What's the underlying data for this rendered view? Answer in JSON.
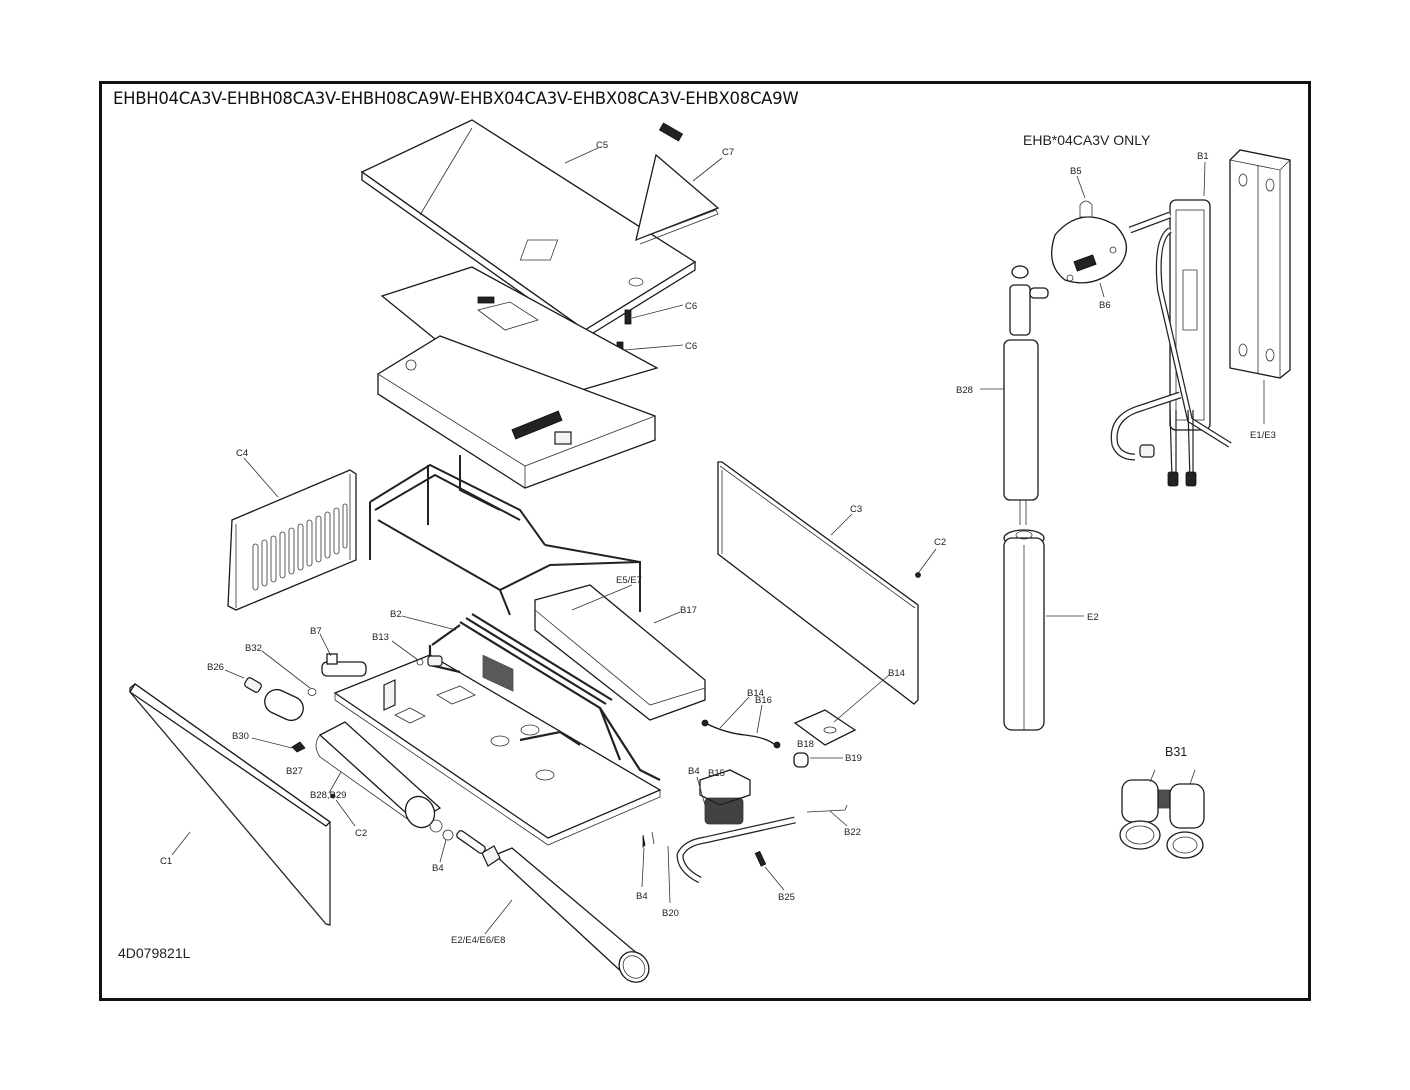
{
  "title": "EHBH04CA3V-EHBH08CA3V-EHBH08CA9W-EHBX04CA3V-EHBX08CA3V-EHBX08CA9W",
  "subtitle": "EHB*04CA3V ONLY",
  "document_number": "4D079821L",
  "callouts": {
    "c5": "C5",
    "c7": "C7",
    "c6a": "C6",
    "c6b": "C6",
    "c4": "C4",
    "c3": "C3",
    "c2_right": "C2",
    "c2_left": "C2",
    "c1": "C1",
    "e5e7": "E5/E7",
    "b17": "B17",
    "b2": "B2",
    "b7": "B7",
    "b13": "B13",
    "b32": "B32",
    "b26": "B26",
    "b30": "B30",
    "b27": "B27",
    "b28b29": "B28,B29",
    "b4_a": "B4",
    "b4_b": "B4",
    "b4_c": "B4",
    "e2e4e6e8": "E2/E4/E6/E8",
    "b14_top": "B14",
    "b14_hose": "B14",
    "b16_hose": "B16",
    "b18": "B18",
    "b19": "B19",
    "b15": "B15",
    "b22": "B22",
    "b25": "B25",
    "b20": "B20",
    "b5": "B5",
    "b6": "B6",
    "b1": "B1",
    "b28_right": "B28",
    "e1e3": "E1/E3",
    "e2_right": "E2",
    "b31": "B31"
  }
}
